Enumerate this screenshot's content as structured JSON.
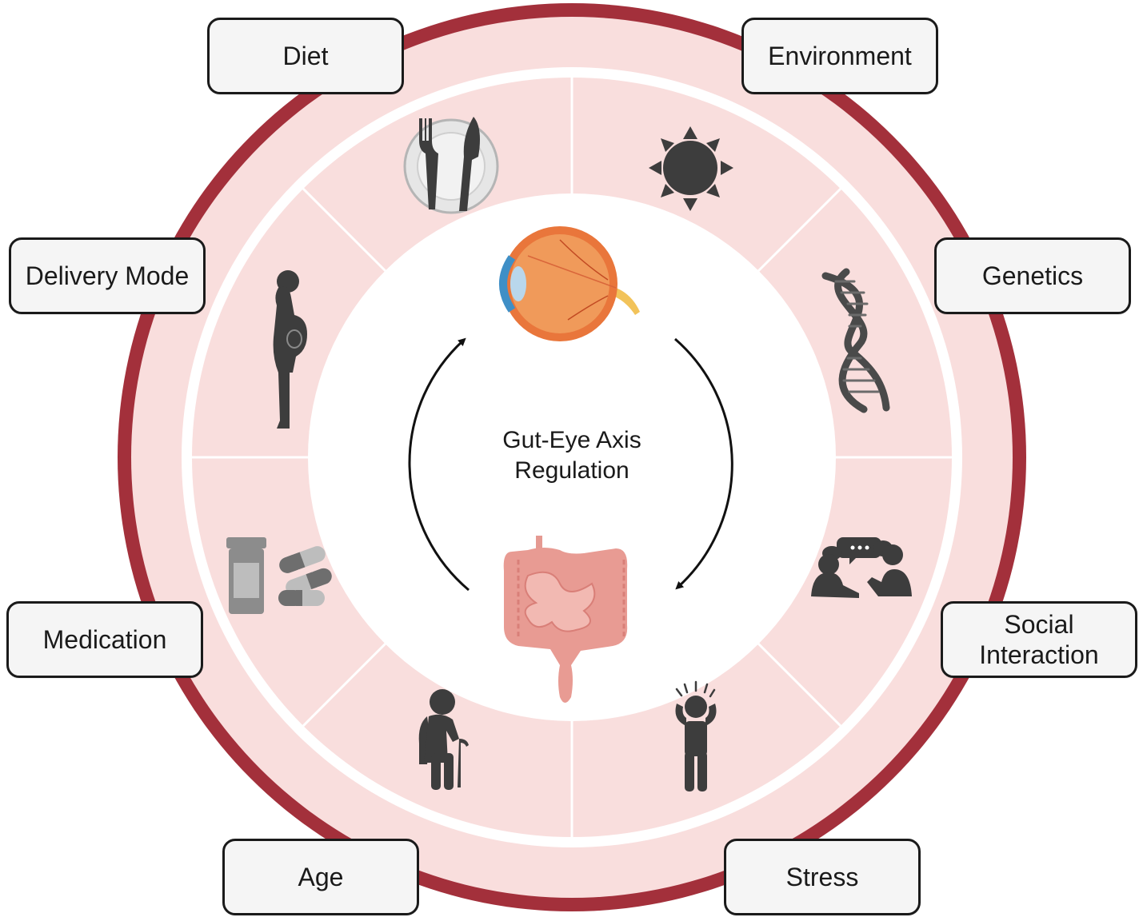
{
  "colors": {
    "outer_ring": "#a3303b",
    "segment_fill": "#f9dedd",
    "separator": "#ffffff",
    "icon_gray": "#3d3d3d",
    "label_bg": "#f5f5f5",
    "label_border": "#1a1a1a"
  },
  "center": {
    "title_line1": "Gut-Eye Axis",
    "title_line2": "Regulation",
    "top_organ_icon": "eye-anatomy-icon",
    "bottom_organ_icon": "intestines-icon"
  },
  "factors": [
    {
      "id": "diet",
      "label": "Diet",
      "icon": "fork-knife-plate-icon"
    },
    {
      "id": "environment",
      "label": "Environment",
      "icon": "sun-icon"
    },
    {
      "id": "genetics",
      "label": "Genetics",
      "icon": "dna-icon"
    },
    {
      "id": "social",
      "label": "Social Interaction",
      "label_line1": "Social",
      "label_line2": "Interaction",
      "icon": "people-talking-icon"
    },
    {
      "id": "stress",
      "label": "Stress",
      "icon": "stressed-person-icon"
    },
    {
      "id": "age",
      "label": "Age",
      "icon": "elderly-person-icon"
    },
    {
      "id": "medication",
      "label": "Medication",
      "icon": "pill-bottle-icon"
    },
    {
      "id": "delivery",
      "label": "Delivery Mode",
      "icon": "pregnant-woman-icon"
    }
  ]
}
